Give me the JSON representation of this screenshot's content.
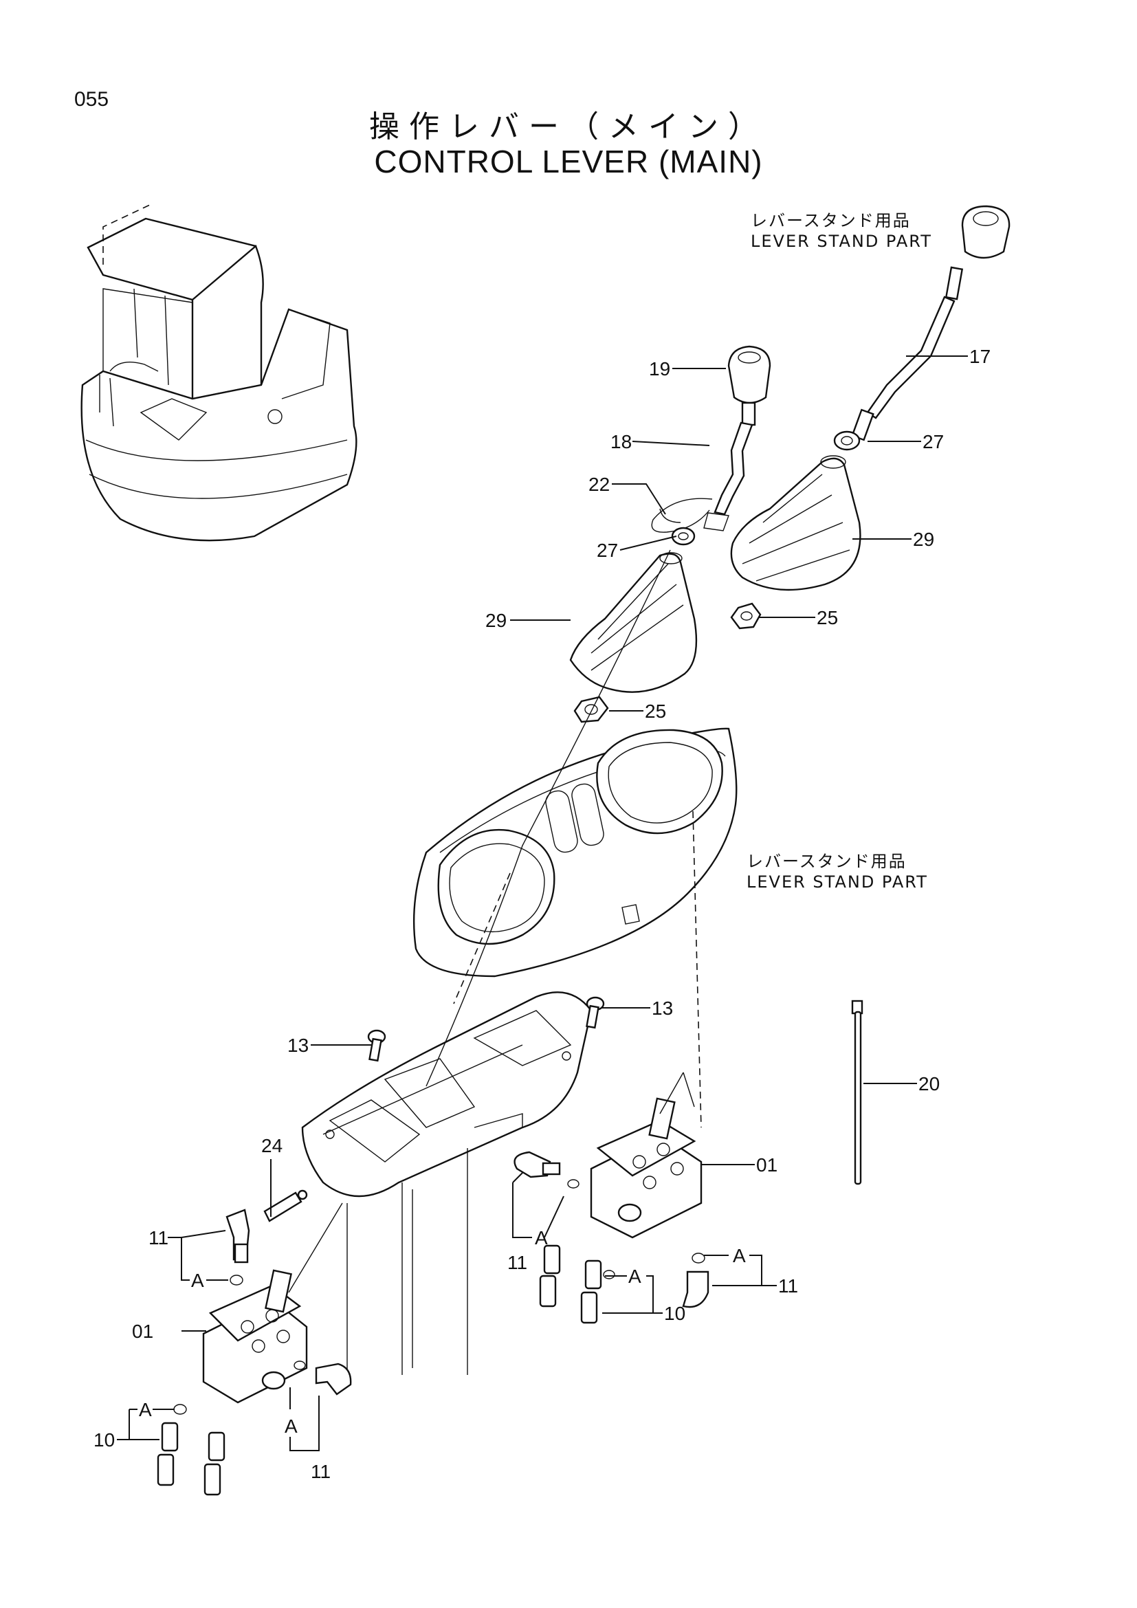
{
  "page_number": "055",
  "title_jp": "操作レバー（メイン）",
  "title_en": "CONTROL LEVER (MAIN)",
  "notes": [
    {
      "jp": "レバースタンド用品",
      "en": "LEVER STAND PART"
    },
    {
      "jp": "レバースタンド用品",
      "en": "LEVER STAND PART"
    }
  ],
  "callouts": {
    "c19": "19",
    "c17": "17",
    "c18": "18",
    "c27a": "27",
    "c27b": "27",
    "c22": "22",
    "c29a": "29",
    "c29b": "29",
    "c25a": "25",
    "c25b": "25",
    "c13a": "13",
    "c13b": "13",
    "c20": "20",
    "c24": "24",
    "c01a": "01",
    "c01b": "01",
    "c11a": "11",
    "c11b": "11",
    "c11c": "11",
    "c11d": "11",
    "c10a": "10",
    "c10b": "10",
    "cAa": "A",
    "cAb": "A",
    "cAc": "A",
    "cAd": "A",
    "cAe": "A",
    "cAf": "A"
  }
}
